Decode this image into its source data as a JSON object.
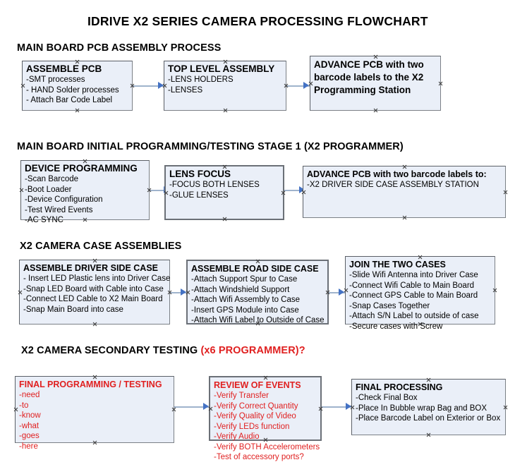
{
  "document": {
    "title": "IDRIVE X2  SERIES CAMERA PROCESSING FLOWCHART"
  },
  "sections": [
    {
      "id": "main-board-pcb-assembly",
      "title": "MAIN BOARD PCB ASSEMBLY PROCESS",
      "title_accent": ""
    },
    {
      "id": "main-board-initial-programming",
      "title": "MAIN BOARD INITIAL PROGRAMMING/TESTING STAGE 1 (X2 PROGRAMMER)",
      "title_accent": ""
    },
    {
      "id": "x2-camera-case-assemblies",
      "title": "X2 CAMERA CASE ASSEMBLIES",
      "title_accent": ""
    },
    {
      "id": "x2-camera-secondary-testing",
      "title": "X2 CAMERA SECONDARY TESTING ",
      "title_accent": "(x6 PROGRAMMER)?"
    }
  ],
  "nodes": {
    "assemble_pcb": {
      "head": "ASSEMBLE PCB",
      "lines": [
        "-SMT processes",
        "- HAND Solder processes",
        "- Attach Bar Code Label"
      ]
    },
    "top_level_assembly": {
      "head": "TOP LEVEL ASSEMBLY",
      "lines": [
        "-LENS HOLDERS",
        "-LENSES"
      ]
    },
    "advance_pcb_station": {
      "head": "ADVANCE PCB with two barcode labels to the  X2 Programming Station",
      "lines": []
    },
    "device_programming": {
      "head": "DEVICE PROGRAMMING",
      "lines": [
        "-Scan Barcode",
        "-Boot Loader",
        "-Device Configuration",
        "-Test Wired Events",
        "-AC SYNC"
      ]
    },
    "lens_focus": {
      "head": "LENS FOCUS",
      "lines": [
        "-FOCUS BOTH LENSES",
        "-GLUE LENSES"
      ]
    },
    "advance_pcb_driver_side": {
      "head": "ADVANCE PCB with two barcode labels to:",
      "lines": [
        "-X2 DRIVER  SIDE  CASE  ASSEMBLY STATION"
      ]
    },
    "assemble_driver_side_case": {
      "head": "ASSEMBLE DRIVER SIDE CASE",
      "lines": [
        "- Insert LED Plastic lens into Driver Case",
        "-Snap LED Board with Cable into Case",
        "-Connect LED Cable to X2 Main Board",
        "-Snap Main Board into case"
      ]
    },
    "assemble_road_side_case": {
      "head": "ASSEMBLE ROAD SIDE CASE",
      "lines": [
        "-Attach Support Spur to Case",
        "-Attach Windshield Support",
        "-Attach Wifi Assembly to Case",
        "-Insert GPS Module into Case",
        "-Attach Wifi Label to Outside of Case"
      ]
    },
    "join_the_two_cases": {
      "head": "JOIN THE TWO CASES",
      "lines": [
        "-Slide Wifi Antenna into Driver Case",
        "-Connect Wifi Cable to Main Board",
        "-Connect GPS Cable to Main Board",
        "-Snap Cases Together",
        "-Attach S/N Label to outside of case",
        "-Secure cases with Screw"
      ]
    },
    "final_programming_testing": {
      "head": "FINAL PROGRAMMING / TESTING",
      "lines": [
        "-need",
        "-to",
        "-know",
        "-what",
        "-goes",
        "-here"
      ]
    },
    "review_of_events": {
      "head": "REVIEW OF EVENTS",
      "lines": [
        "-Verify Transfer",
        "-Verify Correct Quantity",
        "-Verify Quality of Video",
        "-Verify LEDs function",
        "-Verify Audio",
        "-Verify BOTH Accelerometers",
        "-Test of accessory ports?"
      ]
    },
    "final_processing": {
      "head": "FINAL PROCESSING",
      "lines": [
        "-Check Final Box",
        "-Place In Bubble wrap Bag and BOX",
        "-Place Barcode Label on Exterior or Box"
      ]
    }
  },
  "colors": {
    "node_fill": "#eaeff8",
    "node_border": "#5a5f66",
    "connector_line": "#9fb3cc",
    "connector_arrow": "#4472c4",
    "accent_red": "#e02020",
    "text": "#000000"
  }
}
